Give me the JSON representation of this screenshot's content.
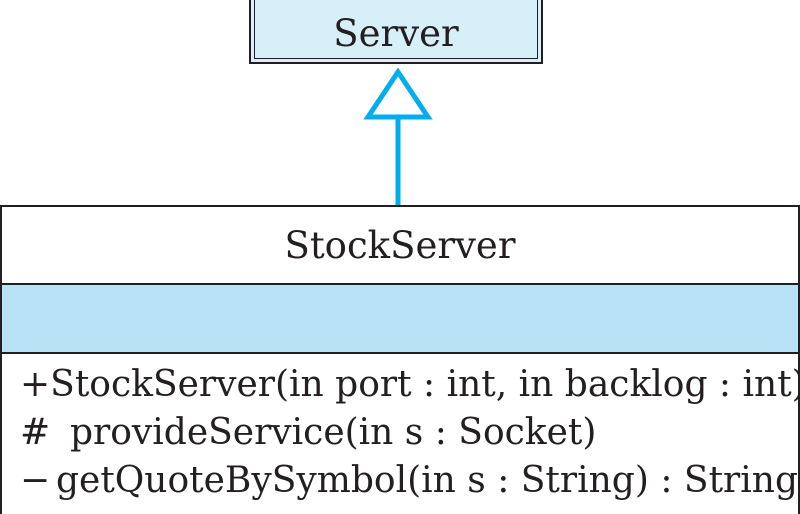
{
  "diagram": {
    "parent_class": {
      "name": "Server"
    },
    "child_class": {
      "name": "StockServer",
      "attributes": [],
      "operations": [
        {
          "visibility": "+",
          "signature": "StockServer(in port : int, in backlog : int)"
        },
        {
          "visibility": "#",
          "signature": "provideService(in s : Socket)"
        },
        {
          "visibility": "−",
          "signature": "getQuoteBySymbol(in s : String) : String"
        }
      ]
    },
    "relationship": {
      "type": "generalization"
    },
    "colors": {
      "parent_fill": "#d6eff8",
      "attribute_fill": "#b8e3f7",
      "arrow": "#00aeef",
      "outline": "#231f20"
    }
  }
}
